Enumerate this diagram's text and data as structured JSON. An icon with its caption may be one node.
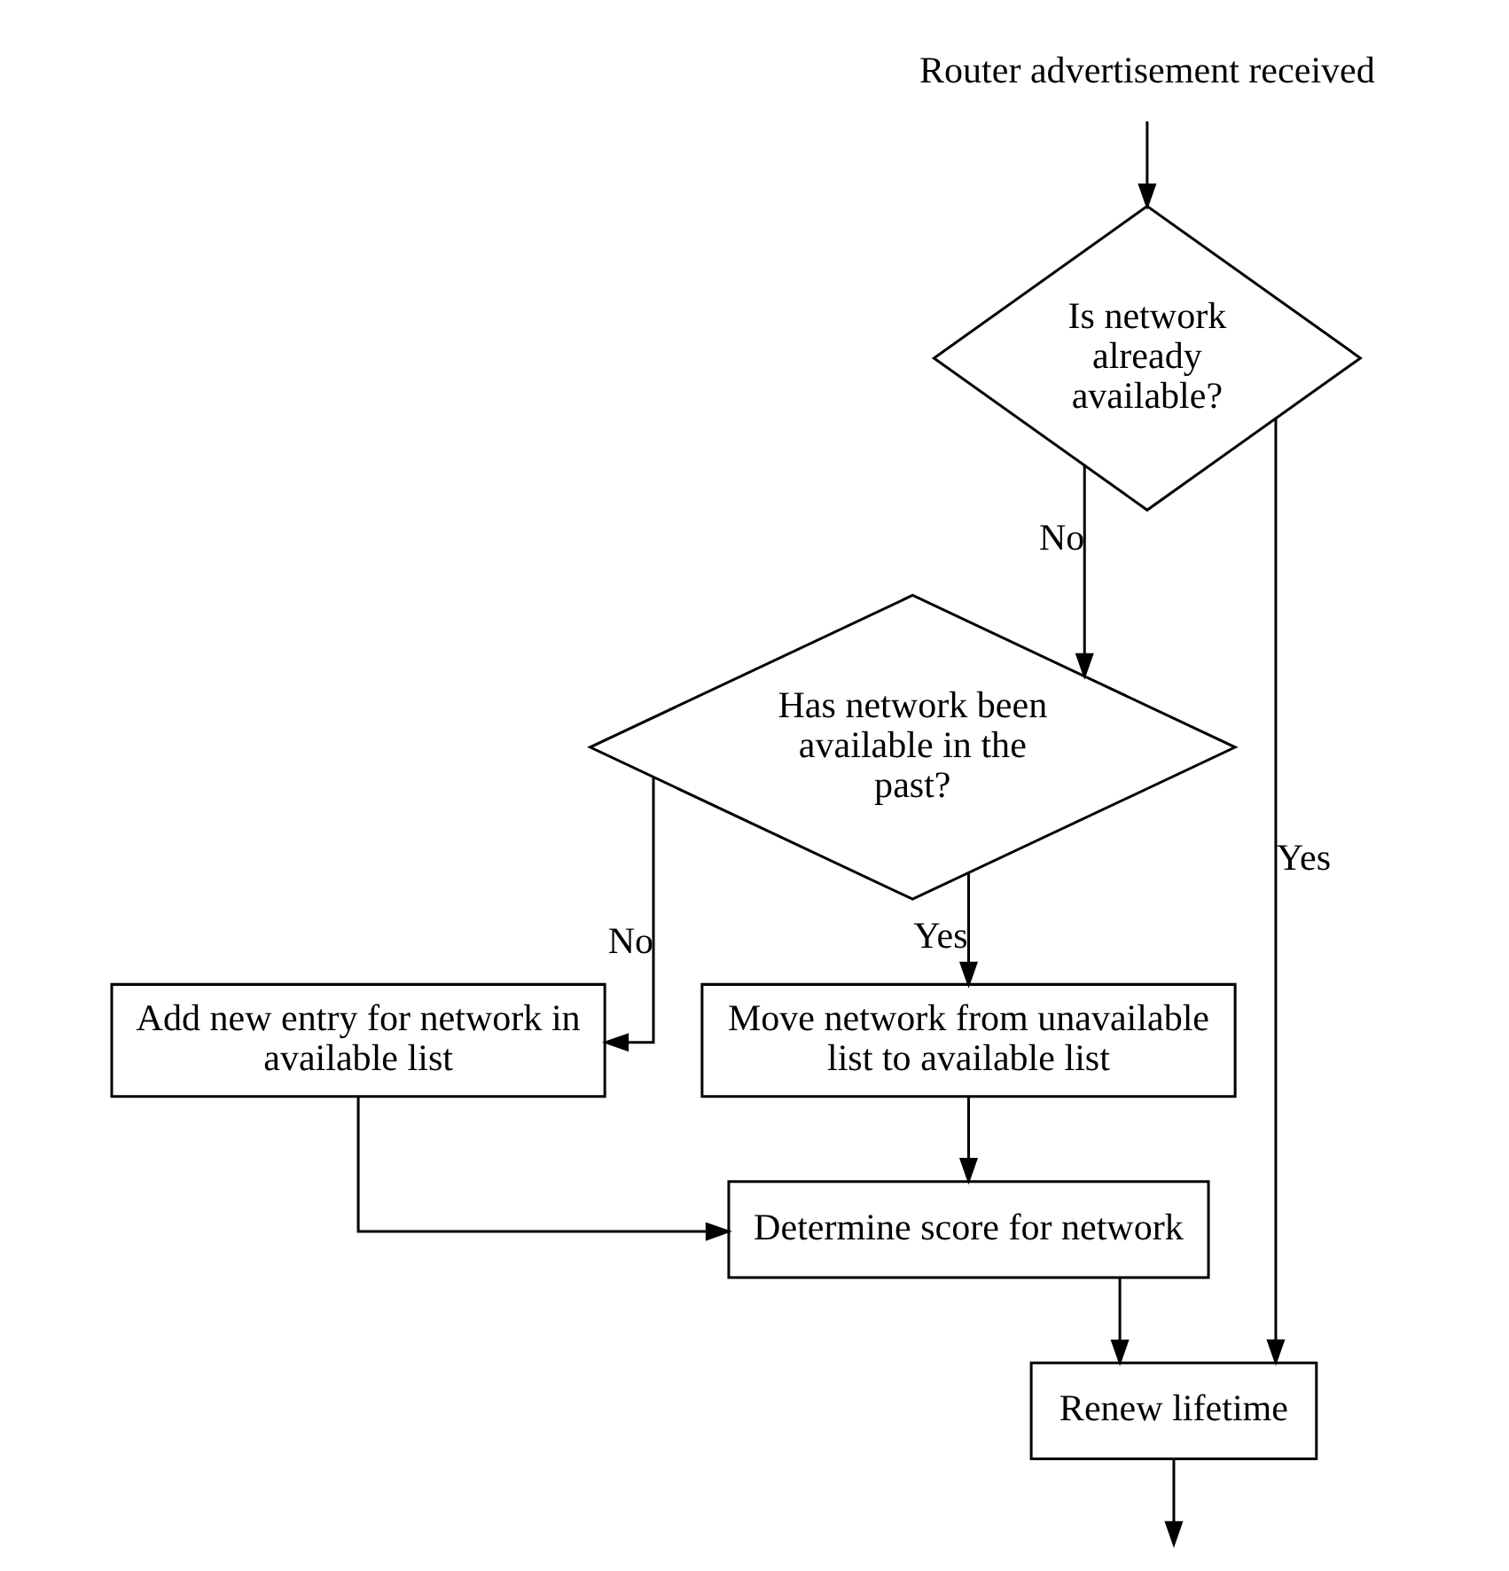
{
  "diagram": {
    "nodes": [
      {
        "text": [
          "Router advertisement received"
        ]
      },
      {
        "text": [
          "Is network already available?"
        ]
      },
      {
        "text": [
          "Has network been available in the past?"
        ]
      },
      {
        "text": [
          "Add new entry for network in available list"
        ]
      },
      {
        "text": [
          "Move network from unavailable list to available list"
        ]
      },
      {
        "text": [
          "Determine score for network"
        ]
      },
      {
        "text": [
          "Renew lifetime"
        ]
      }
    ],
    "edges": [
      {
        "from": 0,
        "to": 1,
        "arrow": "to"
      },
      {
        "from": 1,
        "to": 2,
        "arrow": "to",
        "label": "No"
      },
      {
        "from": 1,
        "to": 6,
        "arrow": "to",
        "label": "Yes"
      },
      {
        "from": 2,
        "to": 3,
        "arrow": "to",
        "label": "No"
      },
      {
        "from": 2,
        "to": 4,
        "arrow": "to",
        "label": "Yes"
      },
      {
        "from": 4,
        "to": 5,
        "arrow": "to"
      },
      {
        "from": 3,
        "to": 5,
        "arrow": "to"
      },
      {
        "from": 5,
        "to": 6,
        "arrow": "to"
      },
      {
        "from": 6,
        "to": null,
        "arrow": "to"
      }
    ]
  }
}
